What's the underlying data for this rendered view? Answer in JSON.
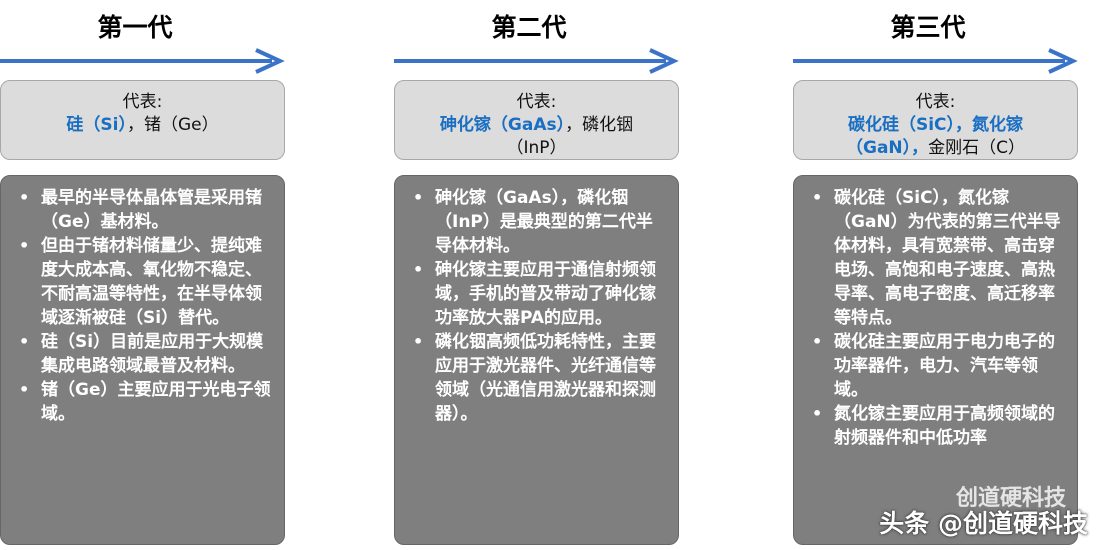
{
  "generations": [
    {
      "title": "第一代",
      "rep_label": "代表:",
      "rep_line1_blue": "硅（Si）",
      "rep_line1_rest": "，锗（Ge）",
      "rep_line2_blue": "",
      "rep_line2_rest": "",
      "items": [
        "最早的半导体晶体管是采用锗（Ge）基材料。",
        "但由于锗材料储量少、提纯难度大成本高、氧化物不稳定、不耐高温等特性，在半导体领域逐渐被硅（Si）替代。",
        "硅（Si）目前是应用于大规模集成电路领域最普及材料。",
        "锗（Ge）主要应用于光电子领域。"
      ]
    },
    {
      "title": "第二代",
      "rep_label": "代表:",
      "rep_line1_blue": "砷化镓（GaAs）",
      "rep_line1_rest": "，磷化铟",
      "rep_line2_blue": "",
      "rep_line2_rest": "（InP）",
      "items": [
        "砷化镓（GaAs），磷化铟（InP）是最典型的第二代半导体材料。",
        "砷化镓主要应用于通信射频领域，手机的普及带动了砷化镓功率放大器PA的应用。",
        "磷化铟高频低功耗特性，主要应用于激光器件、光纤通信等领域（光通信用激光器和探测器）。"
      ]
    },
    {
      "title": "第三代",
      "rep_label": "代表:",
      "rep_line1_blue": "碳化硅（SiC），氮化镓",
      "rep_line1_rest": "",
      "rep_line2_blue": "（GaN），",
      "rep_line2_rest": "金刚石（C）",
      "items": [
        "碳化硅（SiC），氮化镓（GaN）为代表的第三代半导体材料，具有宽禁带、高击穿电场、高饱和电子速度、高热导率、高电子密度、高迁移率等特点。",
        "碳化硅主要应用于电力电子的功率器件，电力、汽车等领域。",
        "氮化镓主要应用于高频领域的射频器件和中低功率"
      ]
    }
  ],
  "watermark": "头条 @创道硬科技",
  "watermark_secondary": "创道硬科技",
  "colors": {
    "arrow": "#3a73c8",
    "highlight": "#1a6fc2",
    "rep_bg": "#dcdcdc",
    "detail_bg": "#7f7f7f"
  }
}
